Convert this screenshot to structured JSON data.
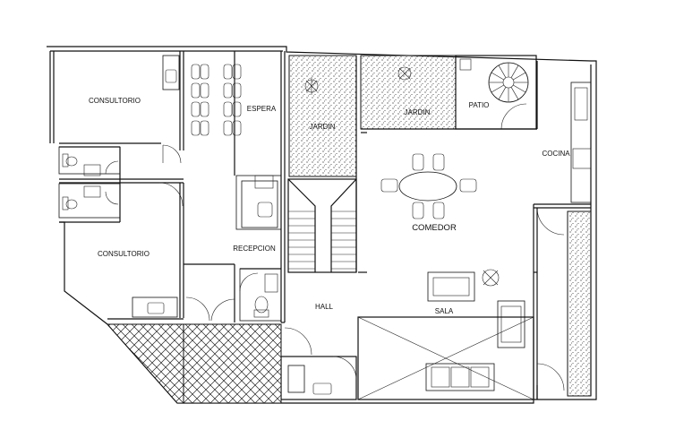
{
  "rooms": {
    "consultorio_top": "CONSULTORIO",
    "consultorio_bottom": "CONSULTORIO",
    "espera": "ESPERA",
    "jardin_left": "JARDIN",
    "jardin_right": "JARDIN",
    "patio": "PATIO",
    "cocina": "COCINA",
    "comedor": "COMEDOR",
    "recepcion": "RECEPCION",
    "sala": "SALA",
    "hall": "HALL"
  },
  "colors": {
    "line": "#111111",
    "background": "#ffffff"
  }
}
